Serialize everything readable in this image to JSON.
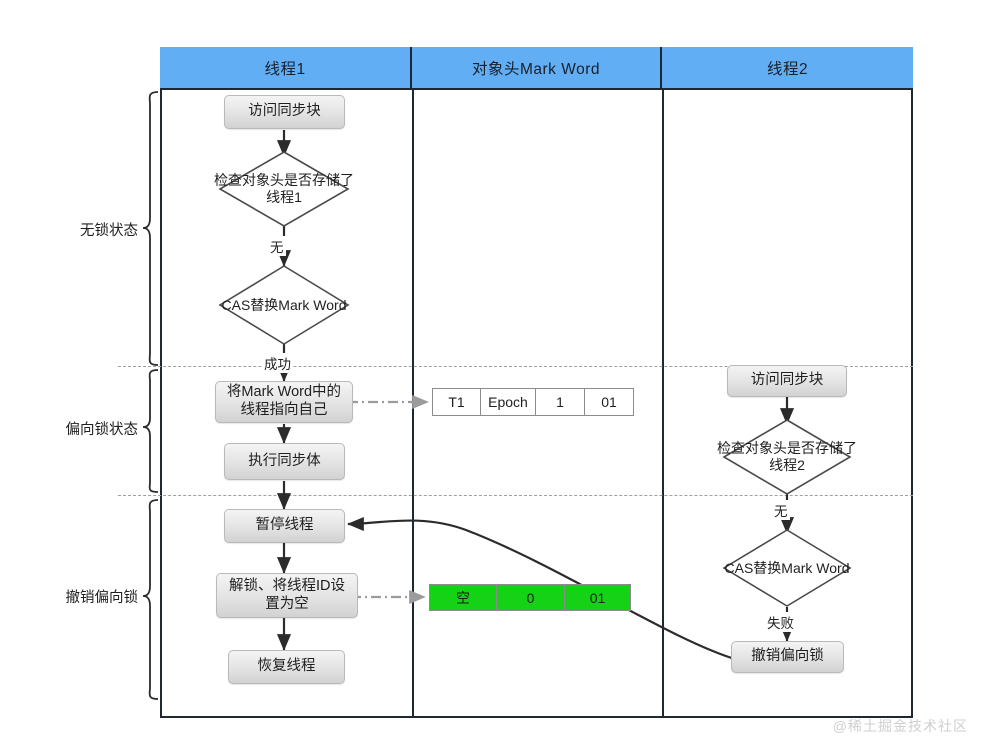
{
  "diagram": {
    "title_columns": [
      "线程1",
      "对象头Mark Word",
      "线程2"
    ],
    "watermark": "@稀土掘金技术社区"
  },
  "phases": [
    {
      "label": "无锁状态"
    },
    {
      "label": "偏向锁状态"
    },
    {
      "label": "撤销偏向锁"
    }
  ],
  "thread1": {
    "n1": "访问同步块",
    "n2": "检查对象头是否存储了线程1",
    "n3": "CAS替换Mark Word",
    "n4": "将Mark Word中的线程指向自己",
    "n5": "执行同步体",
    "n6": "暂停线程",
    "n7": "解锁、将线程ID设置为空",
    "n8": "恢复线程",
    "e1": "无",
    "e2": "成功"
  },
  "thread2": {
    "n1": "访问同步块",
    "n2": "检查对象头是否存储了线程2",
    "n3": "CAS替换Mark Word",
    "n4": "撤销偏向锁",
    "e1": "无",
    "e2": "失败"
  },
  "markword": {
    "row1": [
      "T1",
      "Epoch",
      "1",
      "01"
    ],
    "row2": [
      "空",
      "0",
      "01"
    ]
  },
  "colors": {
    "header_blue": "#62aef5",
    "frame_dark": "#1f2733",
    "green": "#16d216",
    "box_gray": "#e3e3e3"
  }
}
